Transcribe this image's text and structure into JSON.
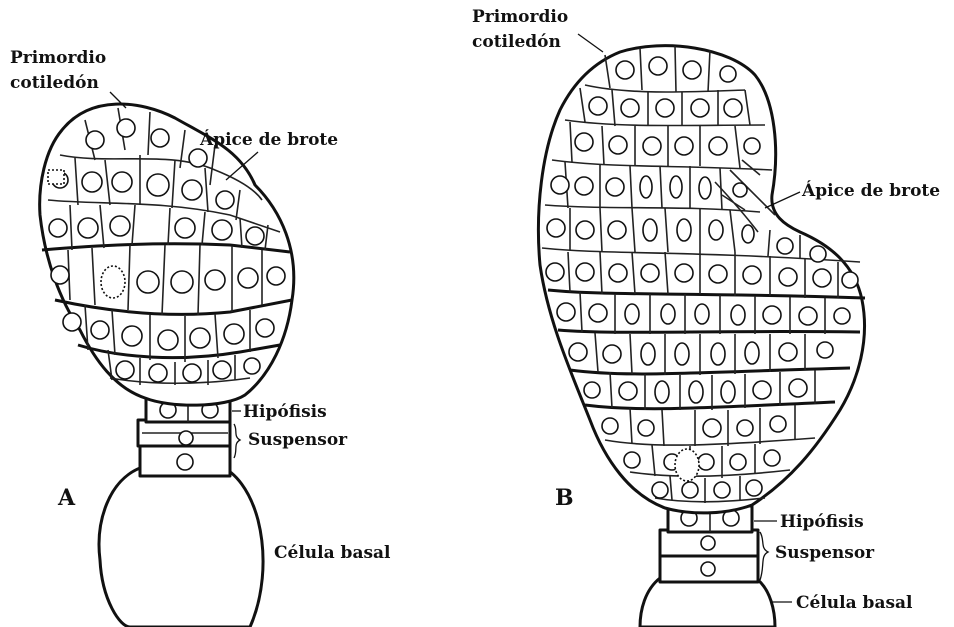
{
  "panels": {
    "a": {
      "letter": "A",
      "labels": {
        "cotyledon_line1": "Primordio",
        "cotyledon_line2": "cotiledón",
        "shoot_apex": "Ápice de brote",
        "hypophysis": "Hipófisis",
        "suspensor": "Suspensor",
        "basal_cell": "Célula basal"
      }
    },
    "b": {
      "letter": "B",
      "labels": {
        "cotyledon_line1": "Primordio",
        "cotyledon_line2": "cotiledón",
        "shoot_apex": "Ápice de brote",
        "hypophysis": "Hipófisis",
        "suspensor": "Suspensor",
        "basal_cell": "Célula basal"
      }
    }
  }
}
